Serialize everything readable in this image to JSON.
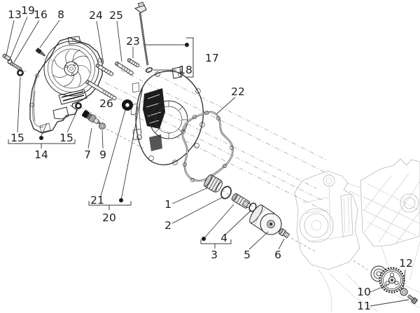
{
  "figure": {
    "kind": "exploded-parts-diagram",
    "background": "#ffffff",
    "ink_color": "#2a2a2a",
    "ghost_color": "#b9b9b9",
    "callout_color": "#1f1f1f"
  },
  "callouts": {
    "c13": "13",
    "c19": "19",
    "c16": "16",
    "c8": "8",
    "c24": "24",
    "c25": "25",
    "c23": "23",
    "c17": "17",
    "c18": "18",
    "c22": "22",
    "c26": "26",
    "c15a": "15",
    "c15b": "15",
    "c14": "14",
    "c7": "7",
    "c9": "9",
    "c21": "21",
    "c20": "20",
    "c1": "1",
    "c2": "2",
    "c3": "3",
    "c4": "4",
    "c5": "5",
    "c6": "6",
    "c10": "10",
    "c11": "11",
    "c12": "12"
  }
}
